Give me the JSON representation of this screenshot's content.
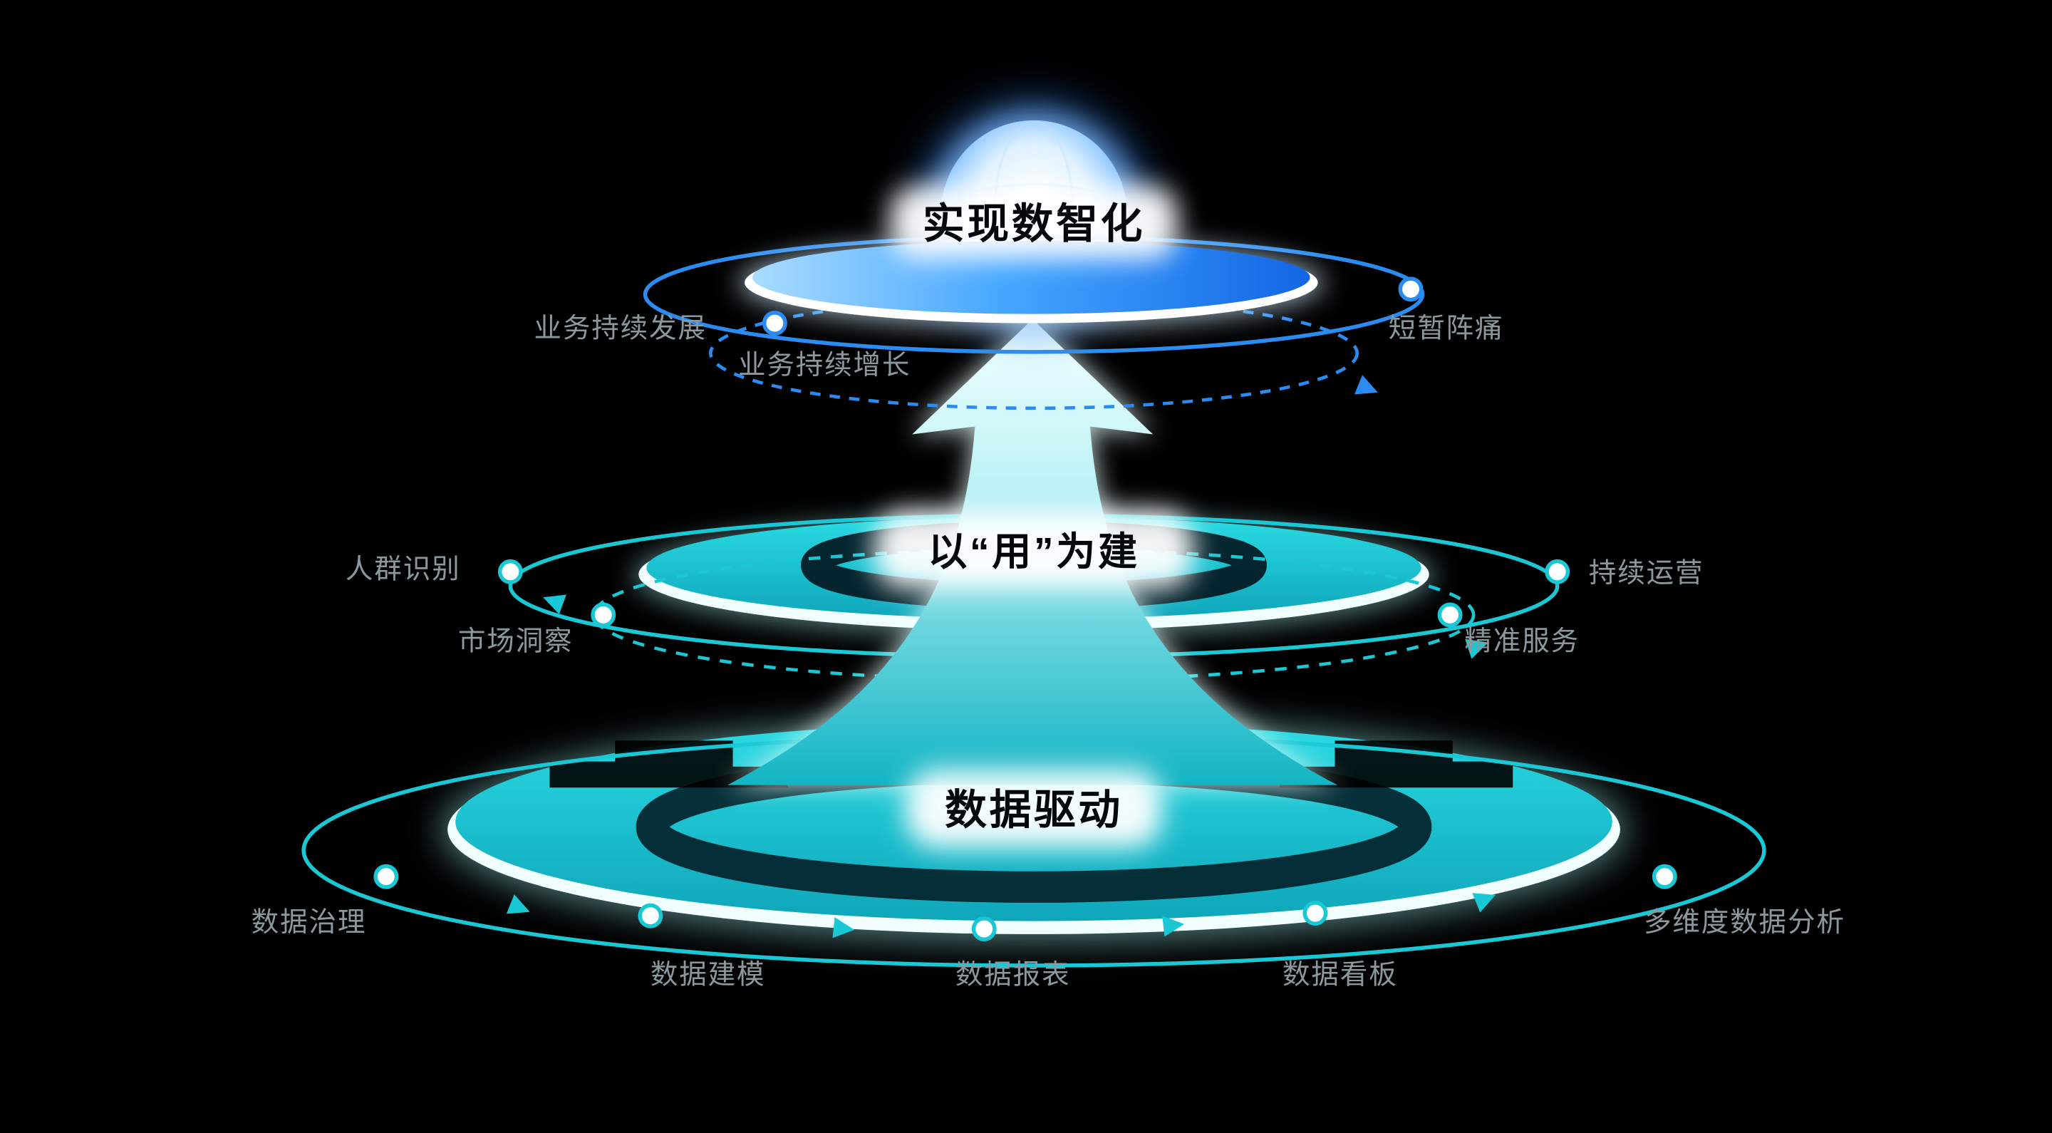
{
  "colors": {
    "background": "#000000",
    "teal": "#19c8d4",
    "teal_dark": "#0fa6ba",
    "blue": "#2a8cf2",
    "blue_deep": "#1266e4",
    "label_gray": "#8b989e",
    "white": "#ffffff"
  },
  "tiers": {
    "top": {
      "label": "实现数智化"
    },
    "middle": {
      "label": "以“用”为建"
    },
    "bottom": {
      "label": "数据驱动"
    }
  },
  "labels": {
    "business_growth": "业务持续发展",
    "business_increase": "业务持续增长",
    "short_pain": "短暂阵痛",
    "crowd_identify": "人群识别",
    "market_insight": "市场洞察",
    "continuous_operation": "持续运营",
    "precise_service": "精准服务",
    "data_governance": "数据治理",
    "data_modeling": "数据建模",
    "data_report": "数据报表",
    "data_dashboard": "数据看板",
    "multi_dim_analysis": "多维度数据分析"
  }
}
